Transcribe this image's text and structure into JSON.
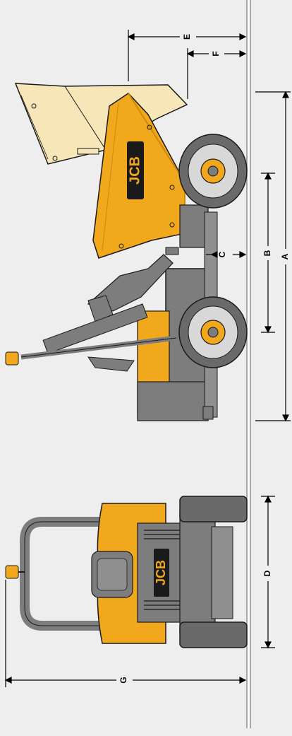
{
  "dimensions": {
    "A": "A",
    "B": "B",
    "C": "C",
    "D": "D",
    "E": "E",
    "F": "F",
    "G": "G"
  },
  "brand": {
    "logo_text": "JCB"
  },
  "colors": {
    "background": "#eeeeee",
    "ground_line": "#8a8a8a",
    "body_yellow": "#f2a81d",
    "body_yellow_dark": "#c98a10",
    "skip_raised": "#f7e7b8",
    "chassis_grey": "#7d7d7d",
    "tyre_dark": "#6a6a6a",
    "hub_yellow": "#f2a81d",
    "outline": "#1a1a1a"
  }
}
